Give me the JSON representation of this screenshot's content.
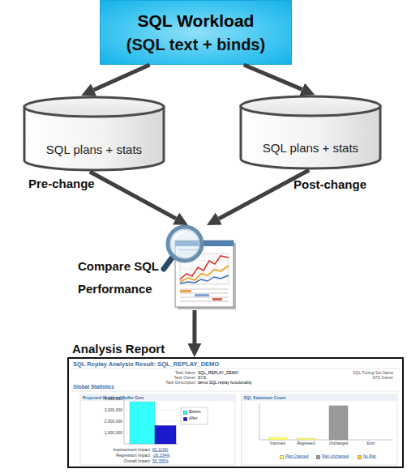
{
  "diagram": {
    "nodes": [
      {
        "text": [
          "SQL Workload",
          "(SQL text + binds)"
        ]
      },
      {
        "text": [
          "SQL plans + stats",
          "Pre-change"
        ]
      },
      {
        "text": [
          "SQL plans + stats",
          "Post-change"
        ]
      },
      {
        "text": [
          "Compare SQL Performance"
        ]
      },
      {
        "text": [
          "Analysis Report"
        ]
      }
    ],
    "edges": [
      {
        "from": 0,
        "to": 1,
        "arrow": "to"
      },
      {
        "from": 0,
        "to": 2,
        "arrow": "to"
      },
      {
        "from": 1,
        "to": 3,
        "arrow": "to"
      },
      {
        "from": 2,
        "to": 3,
        "arrow": "to"
      },
      {
        "from": 3,
        "to": 4,
        "arrow": "to"
      }
    ],
    "labels": [
      "SQL Replay Analysis Result: SQL_REPLAY_DEMO",
      "Task Name",
      "SQL_REPLAY_DEMO",
      "Task Owner",
      "SYS",
      "Task Description",
      "demo SQL replay functionality",
      "SQL Tuning Set Name",
      "STS Owner",
      "Global Statistics",
      "Projected Workload Buffer Gets",
      "4,000,000",
      "3,000,000",
      "2,000,000",
      "1,000,000",
      "Improvement Impact",
      "82.119%",
      "Regression Impact",
      "-26.334%",
      "Overall Impact",
      "55.785%",
      "SQL Statement Count",
      "Improved",
      "Regressed",
      "Unchanged",
      "Error"
    ],
    "legend": [
      {
        "text": "Before",
        "color": "#33ffff"
      },
      {
        "text": "After",
        "color": "#1a1acc"
      },
      {
        "text": "Plan Changed",
        "color": "#ffff66"
      },
      {
        "text": "Plan Unchanged",
        "color": "#999999"
      },
      {
        "text": "No Plan",
        "color": "#ffcc33"
      }
    ]
  }
}
